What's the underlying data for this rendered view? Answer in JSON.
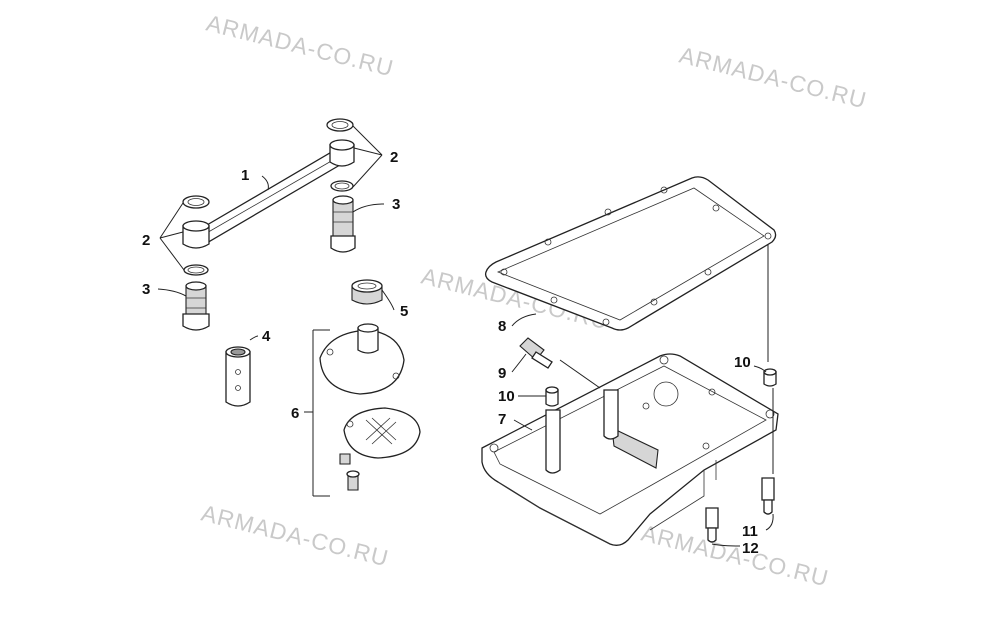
{
  "watermark": "ARMADA-CO.RU",
  "callouts": {
    "c1": "1",
    "c2a": "2",
    "c2b": "2",
    "c3a": "3",
    "c3b": "3",
    "c4": "4",
    "c5": "5",
    "c6": "6",
    "c7": "7",
    "c8": "8",
    "c9": "9",
    "c10a": "10",
    "c10b": "10",
    "c11": "11",
    "c12": "12"
  },
  "colors": {
    "line": "#222222",
    "watermark": "#c9c9c9",
    "shade": "#d6d6d6"
  }
}
